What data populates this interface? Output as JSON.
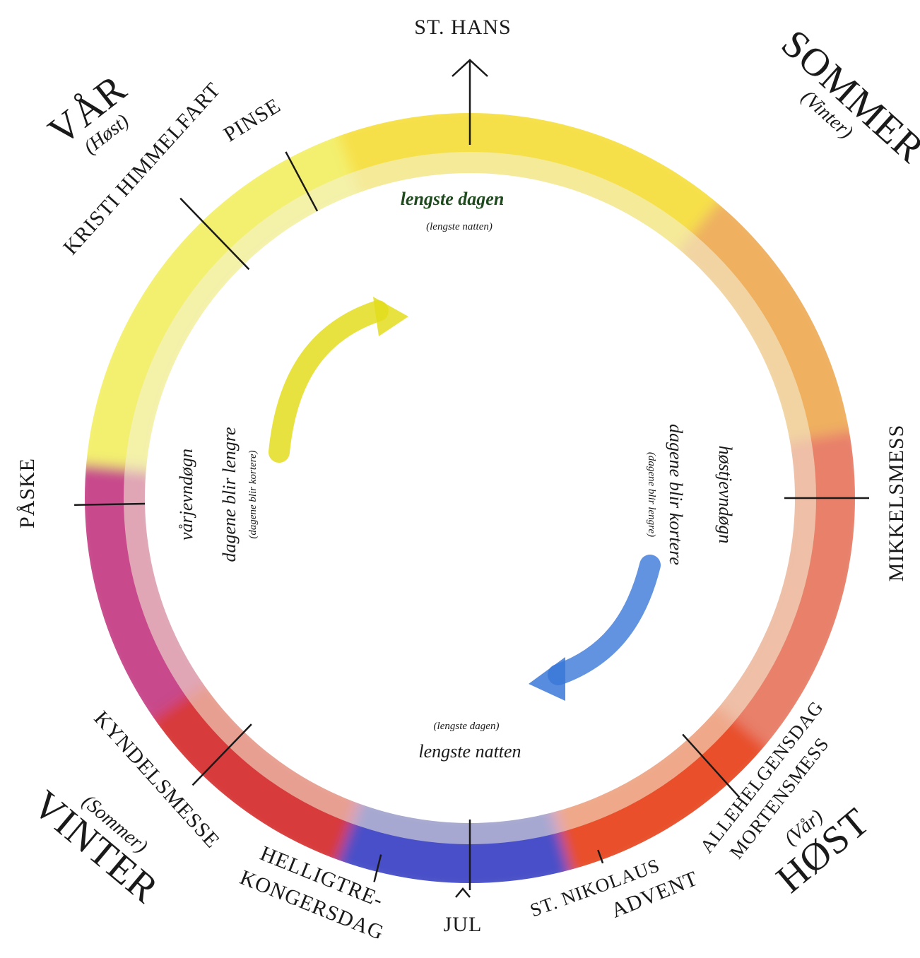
{
  "colors": {
    "spring": "#f3f070",
    "summer": "#f6e04a",
    "autumn": "#e8502c",
    "winter_blue": "#4a4fc8",
    "winter_red": "#d83a3a",
    "easter": "#c8488c",
    "marker": "#1a1a1a",
    "arrow_yellow": "#e3dd1e",
    "arrow_blue": "#3a78d8"
  },
  "seasons": {
    "spring": {
      "name": "VÅR",
      "alt": "(Høst)"
    },
    "summer": {
      "name": "SOMMER",
      "alt": "(Vinter)"
    },
    "autumn": {
      "name": "HØST",
      "alt": "(Vår)"
    },
    "winter": {
      "name": "VINTER",
      "alt": "(Sommer)"
    }
  },
  "festivals": {
    "st_hans": "ST. HANS",
    "pinse": "PINSE",
    "kristi_himmelfart": "KRISTI HIMMELFART",
    "paske": "PÅSKE",
    "mikkelsmess": "MIKKELSMESS",
    "kyndelsmesse": "KYNDELSMESSE",
    "helligtre_line1": "HELLIGTRE-",
    "helligtre_line2": "KONGERSDAG",
    "jul": "JUL",
    "st_nikolaus": "ST. NIKOLAUS",
    "advent": "ADVENT",
    "allehelgensdag": "ALLEHELGENSDAG",
    "mortensmess": "MORTENSMESS"
  },
  "inner": {
    "longest_day": "lengste dagen",
    "longest_day_alt": "(lengste natten)",
    "longest_night_alt": "(lengste dagen)",
    "longest_night": "lengste natten",
    "spring_equinox": "vårjevndøgn",
    "days_longer": "dagene blir lengre",
    "days_longer_alt": "(dagene blir kortere)",
    "autumn_equinox": "høstjevndøgn",
    "days_shorter": "dagene blir kortere",
    "days_shorter_alt": "(dagene blir lengre)"
  }
}
